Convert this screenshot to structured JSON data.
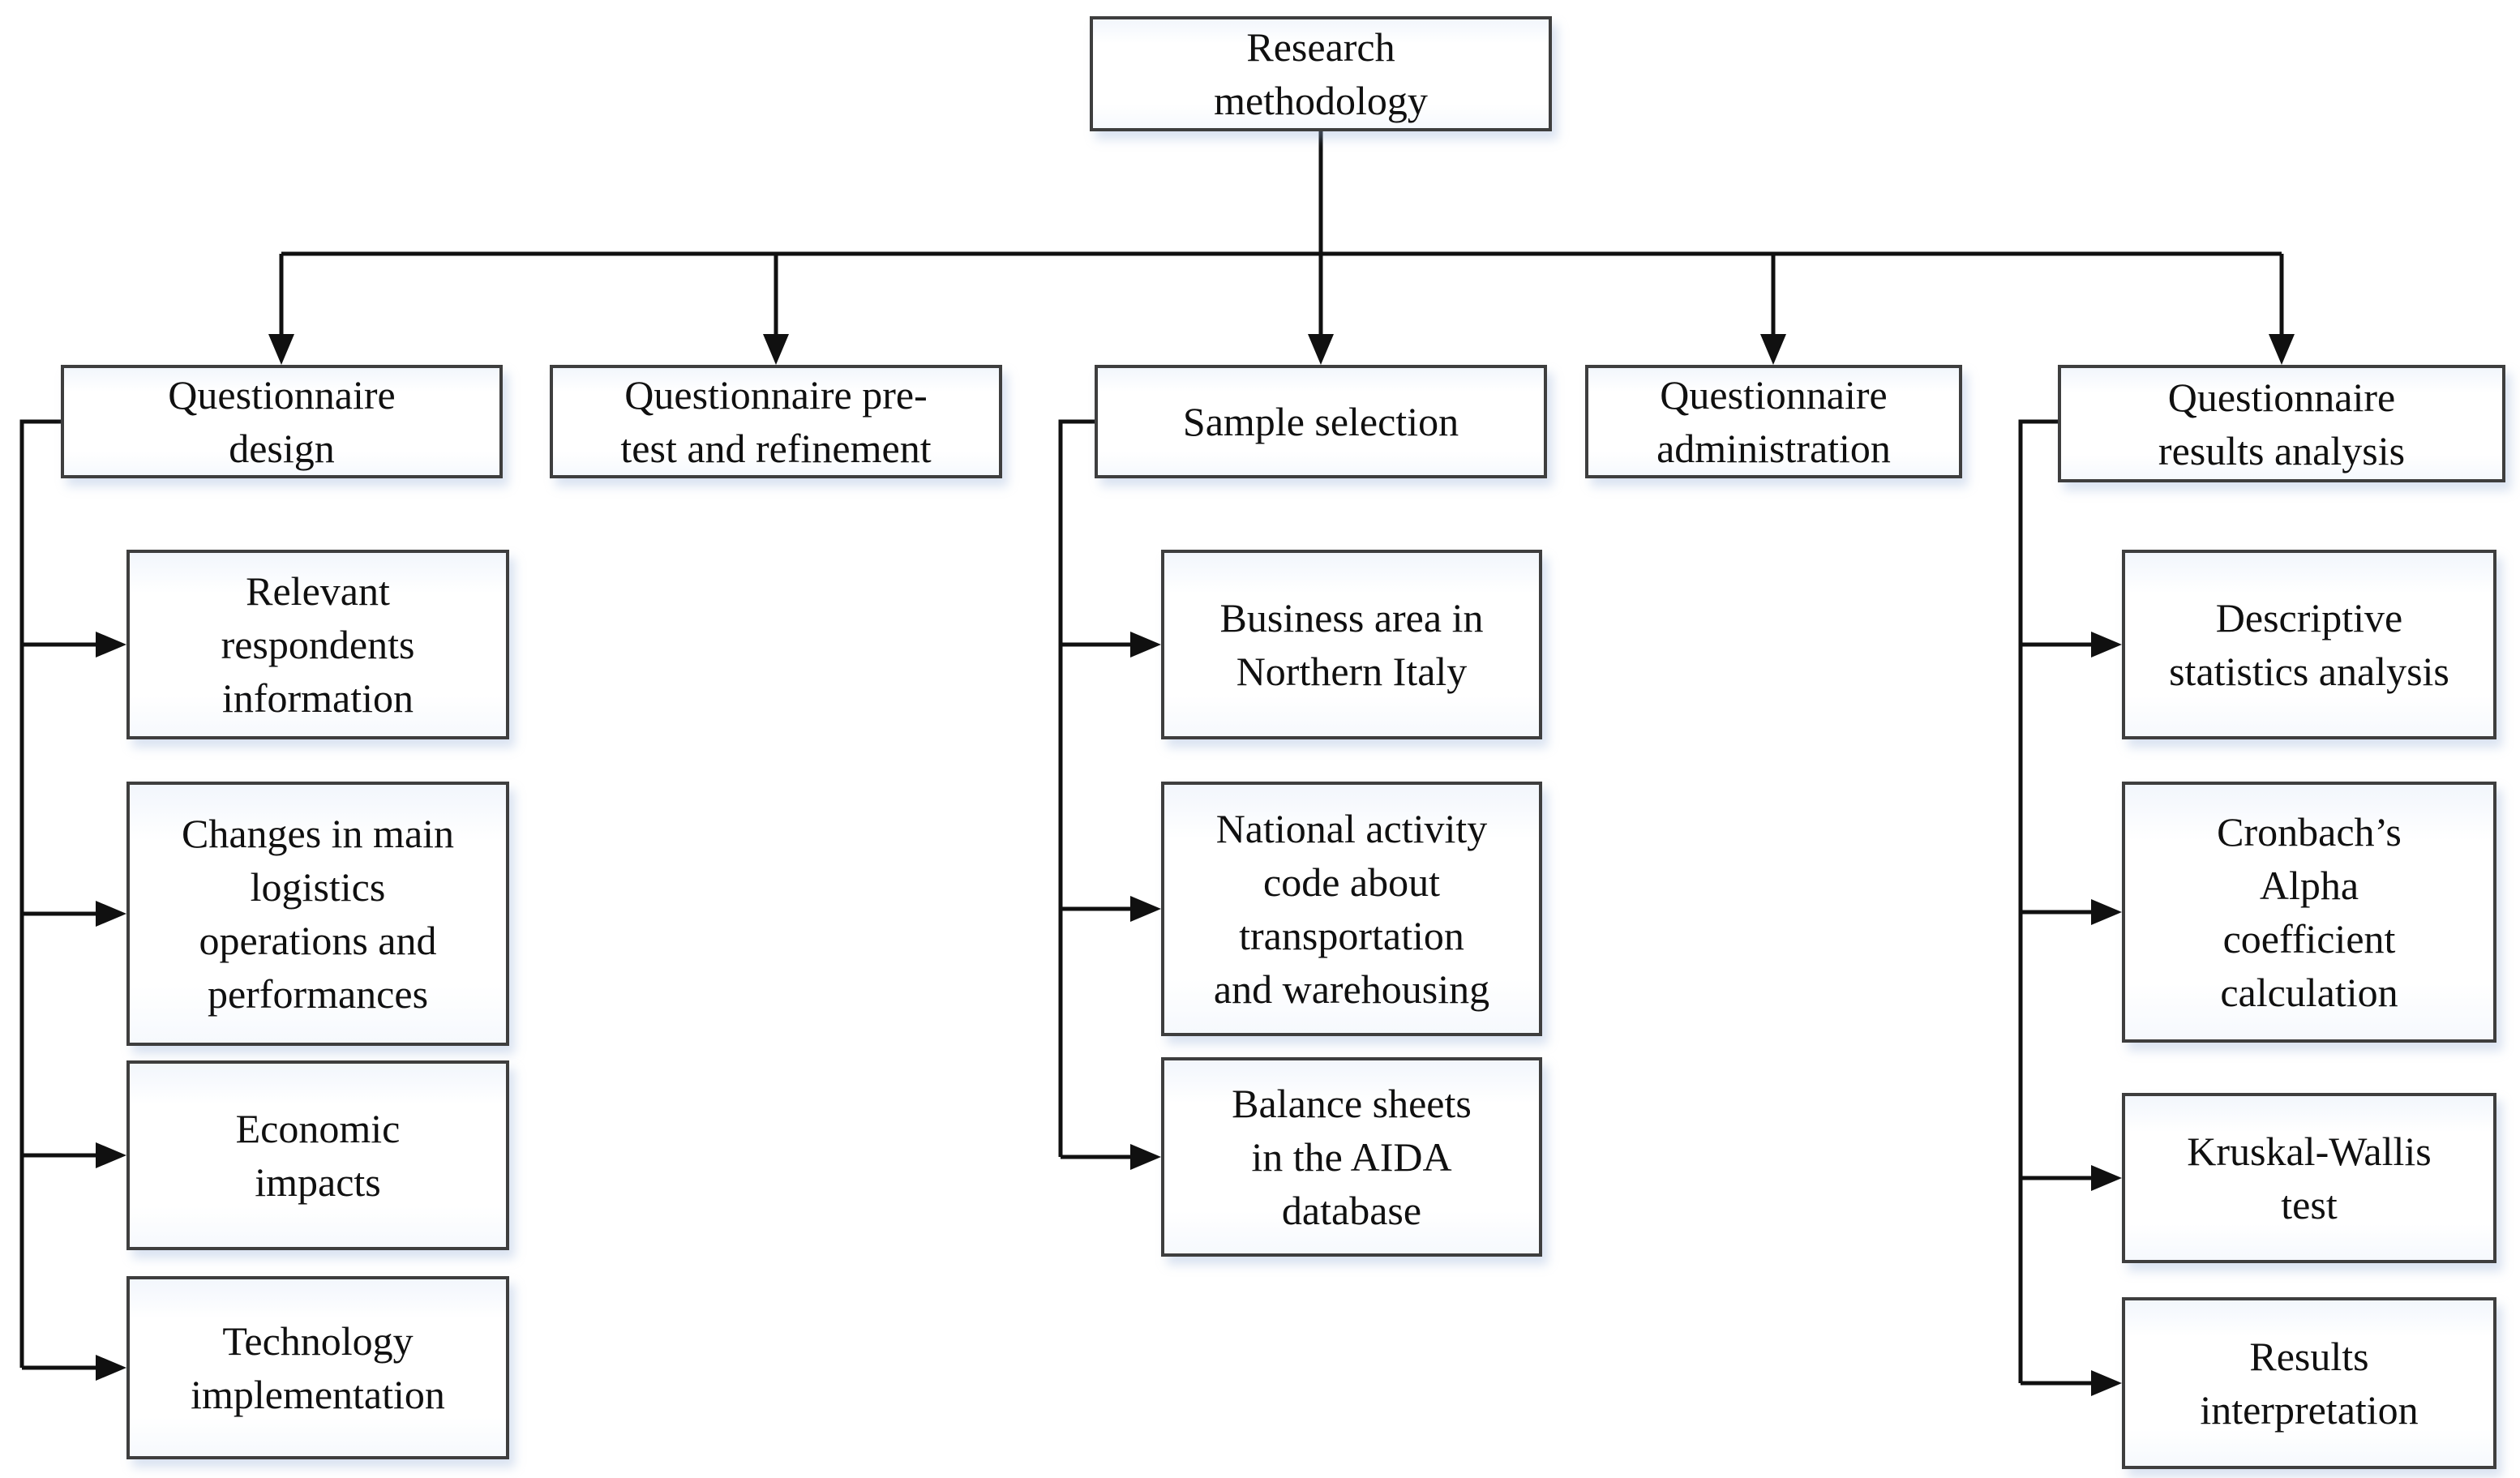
{
  "diagram": {
    "title": "Research methodology flowchart",
    "colors": {
      "box_border": "#3e3e3e",
      "connector_line": "#101010",
      "box_fill": "#ffffff",
      "box_tint": "#f2f6fc",
      "text": "#101010",
      "background": "#ffffff"
    },
    "root": {
      "label": "Research\nmethodology"
    },
    "branches": [
      {
        "label": "Questionnaire\ndesign",
        "children": [
          {
            "label": "Relevant\nrespondents\ninformation"
          },
          {
            "label": "Changes in main\nlogistics\noperations and\nperformances"
          },
          {
            "label": "Economic\nimpacts"
          },
          {
            "label": "Technology\nimplementation"
          }
        ]
      },
      {
        "label": "Questionnaire pre-\ntest and refinement",
        "children": []
      },
      {
        "label": "Sample selection",
        "children": [
          {
            "label": "Business area in\nNorthern Italy"
          },
          {
            "label": "National activity\ncode about\ntransportation\nand warehousing"
          },
          {
            "label": "Balance sheets\nin the AIDA\ndatabase"
          }
        ]
      },
      {
        "label": "Questionnaire\nadministration",
        "children": []
      },
      {
        "label": "Questionnaire\nresults analysis",
        "children": [
          {
            "label": "Descriptive\nstatistics analysis"
          },
          {
            "label": "Cronbach’s\nAlpha\ncoefficient\ncalculation"
          },
          {
            "label": "Kruskal-Wallis\ntest"
          },
          {
            "label": "Results\ninterpretation"
          }
        ]
      }
    ]
  }
}
